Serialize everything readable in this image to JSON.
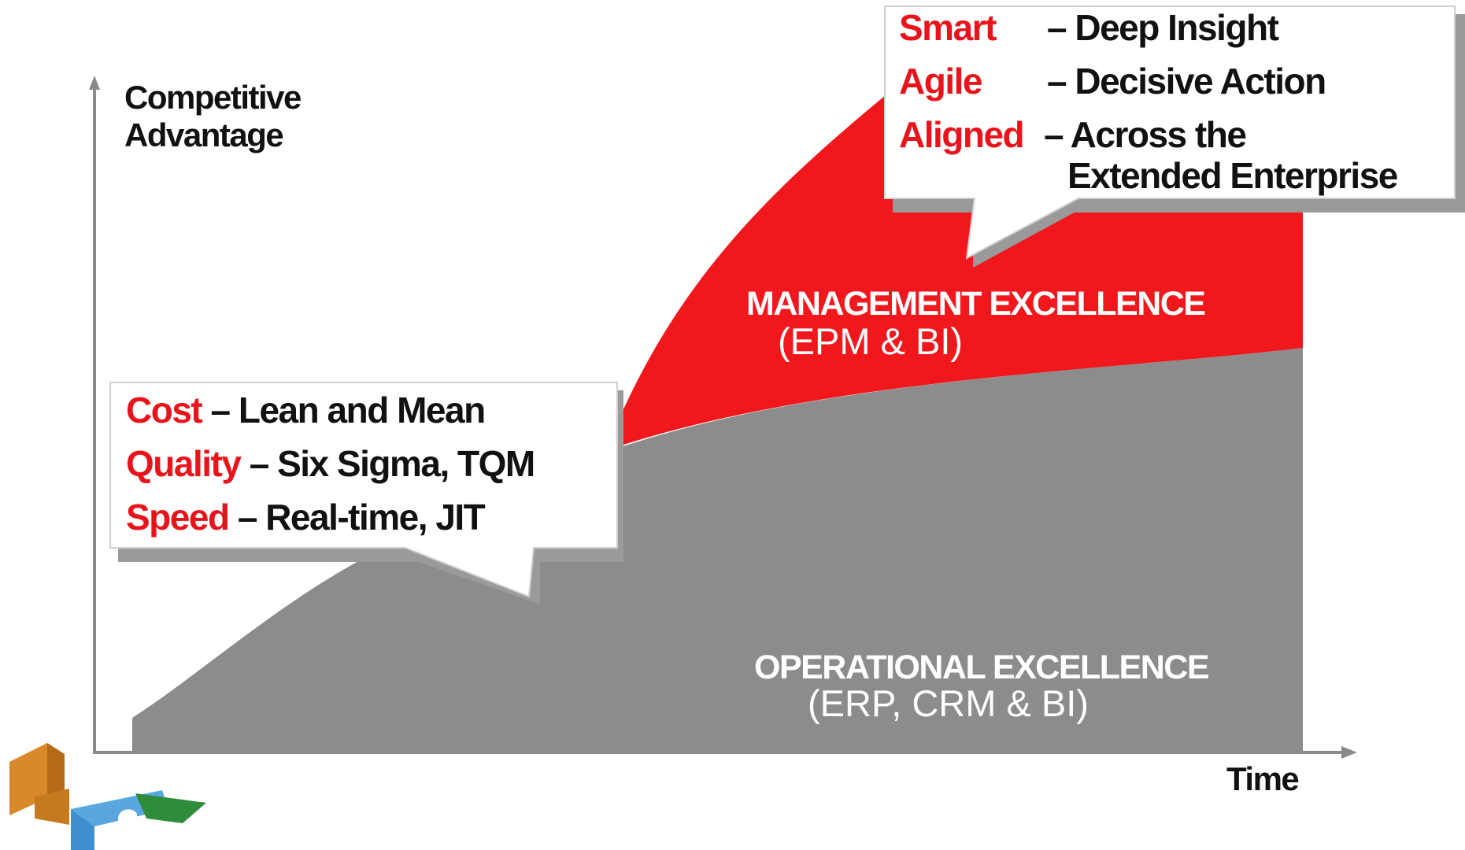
{
  "axes": {
    "y_title_line1": "Competitive",
    "y_title_line2": "Advantage",
    "x_title": "Time"
  },
  "regions": {
    "management": {
      "title": "MANAGEMENT EXCELLENCE",
      "subtitle": "(EPM & BI)",
      "color": "#f0181c"
    },
    "operational": {
      "title": "OPERATIONAL EXCELLENCE",
      "subtitle": "(ERP, CRM & BI)",
      "color": "#8c8c8c"
    }
  },
  "callout_left": {
    "items": [
      {
        "keyword": "Cost",
        "description": "– Lean and Mean"
      },
      {
        "keyword": "Quality",
        "description": "– Six Sigma, TQM"
      },
      {
        "keyword": "Speed",
        "description": "– Real-time, JIT"
      }
    ]
  },
  "callout_right": {
    "items": [
      {
        "keyword": "Smart",
        "description": "– Deep Insight"
      },
      {
        "keyword": "Agile",
        "description": "– Decisive Action"
      },
      {
        "keyword": "Aligned",
        "description": "– Across the"
      },
      {
        "keyword": "",
        "description": "Extended Enterprise"
      }
    ]
  },
  "colors": {
    "keyword_red": "#e8141b",
    "axis": "#8a8a8a",
    "shadow": "#9a9a9a"
  }
}
